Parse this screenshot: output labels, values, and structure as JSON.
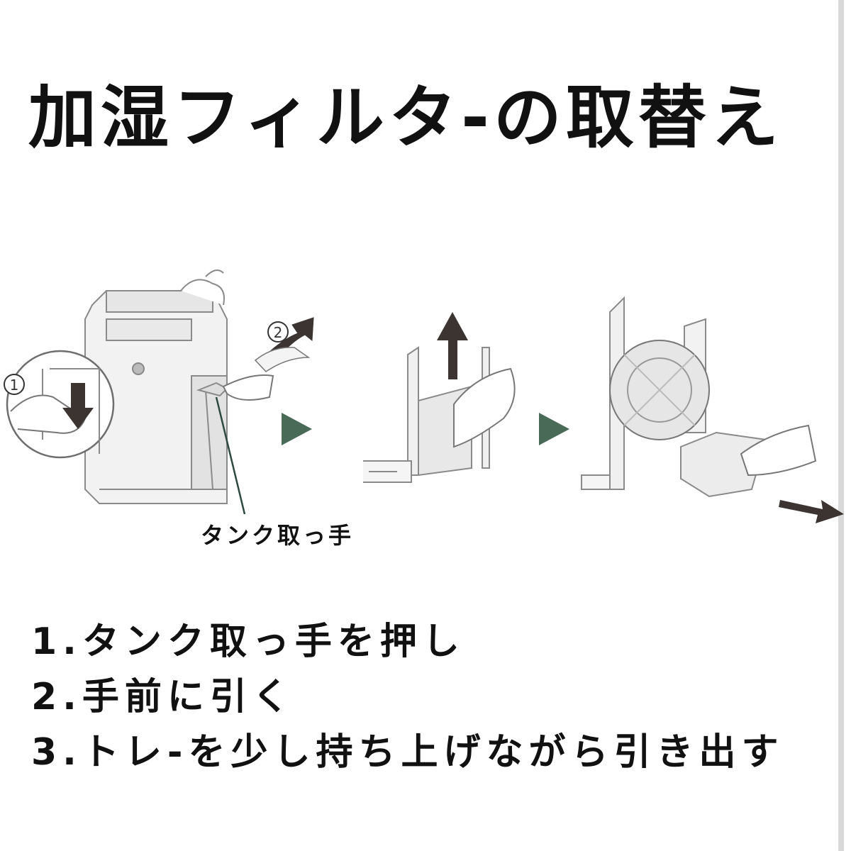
{
  "title": "加湿フィルタ-の取替え",
  "illustration": {
    "step_marks": [
      "1",
      "2"
    ],
    "callout_label": "タンク取っ手",
    "icons": [
      "play-arrow-icon",
      "play-arrow-icon",
      "up-arrow-icon",
      "down-arrow-icon",
      "curved-arrow-icon",
      "pull-arrow-icon"
    ],
    "colors": {
      "arrow_green": "#4a6a58",
      "arrow_dark": "#3b3430",
      "line_gray": "#8a8a8a",
      "body_gray": "#efefef"
    }
  },
  "steps": [
    "1.タンク取っ手を押し",
    "2.手前に引く",
    "3.トレ-を少し持ち上げながら引き出す"
  ]
}
